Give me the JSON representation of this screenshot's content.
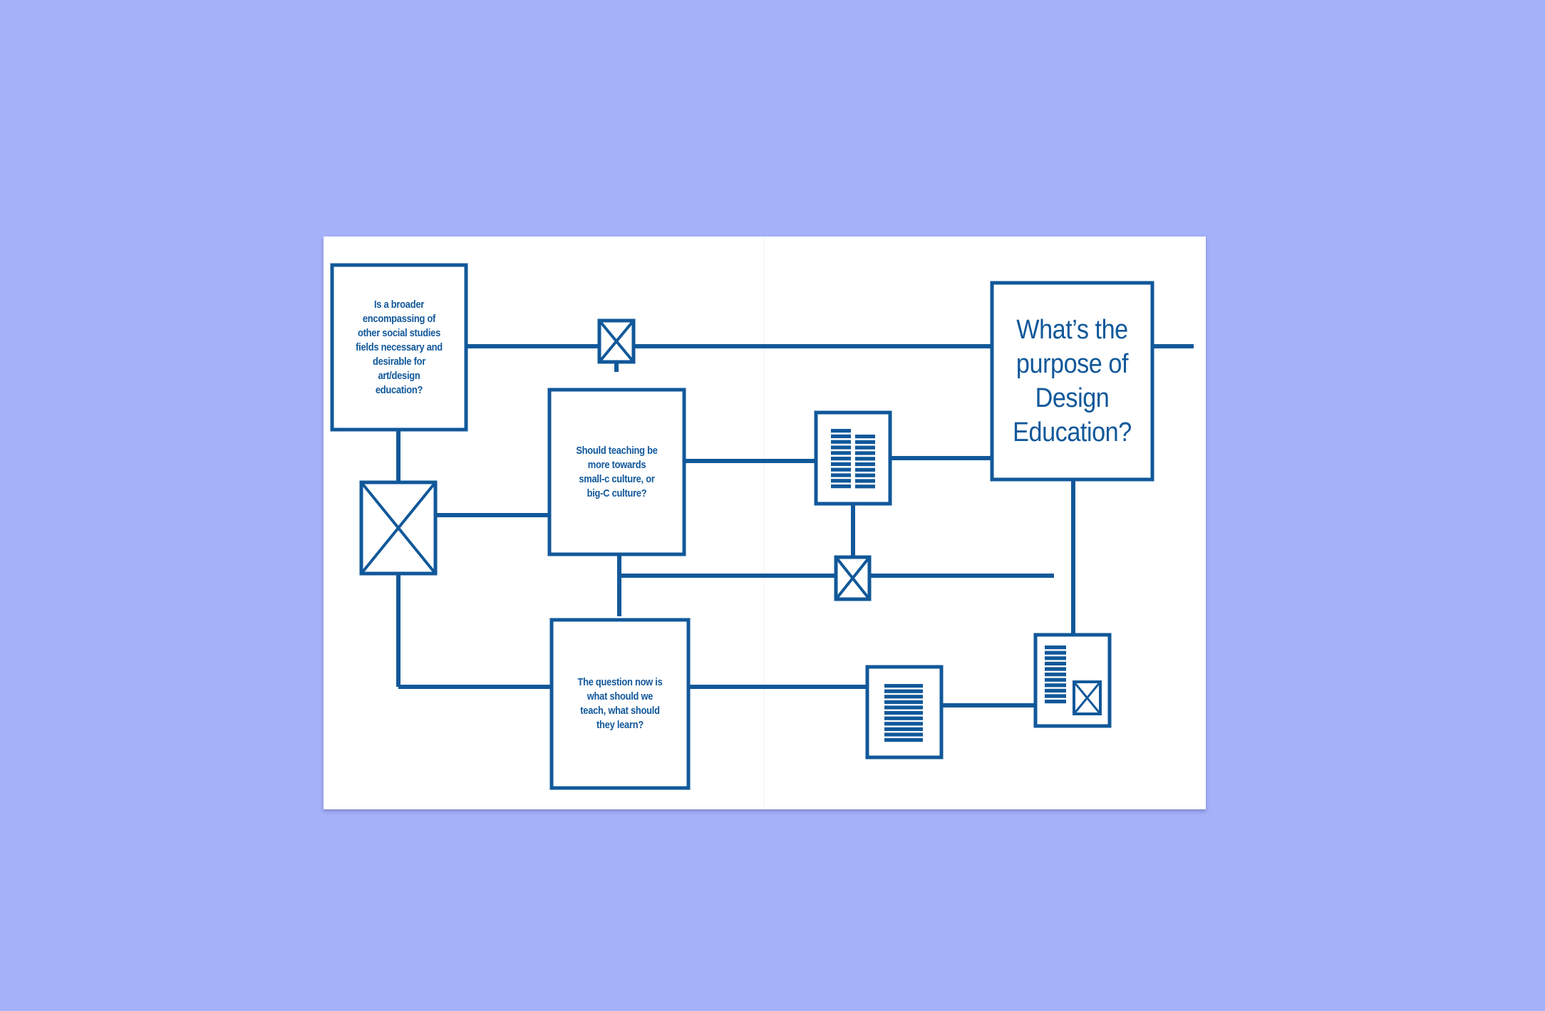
{
  "page": {
    "background_color": "#a5b1f9",
    "paper_color": "#ffffff",
    "ink_color": "#11589a"
  },
  "diagram": {
    "nodes": {
      "question_social_studies": {
        "text": "Is a broader encompassing of other social studies fields necessary and desirable for art/design education?"
      },
      "question_culture": {
        "text": "Should teaching be more towards small-c culture, or big-C culture?"
      },
      "question_what_to_teach": {
        "text": "The question now is what should we teach, what should they learn?"
      },
      "title_purpose": {
        "text": "What’s the purpose of Design Education?"
      }
    },
    "icons": [
      {
        "name": "image-placeholder-icon",
        "count": 4
      },
      {
        "name": "two-column-text-icon",
        "count": 1
      },
      {
        "name": "single-column-text-icon",
        "count": 1
      },
      {
        "name": "text-and-image-icon",
        "count": 1
      }
    ]
  }
}
